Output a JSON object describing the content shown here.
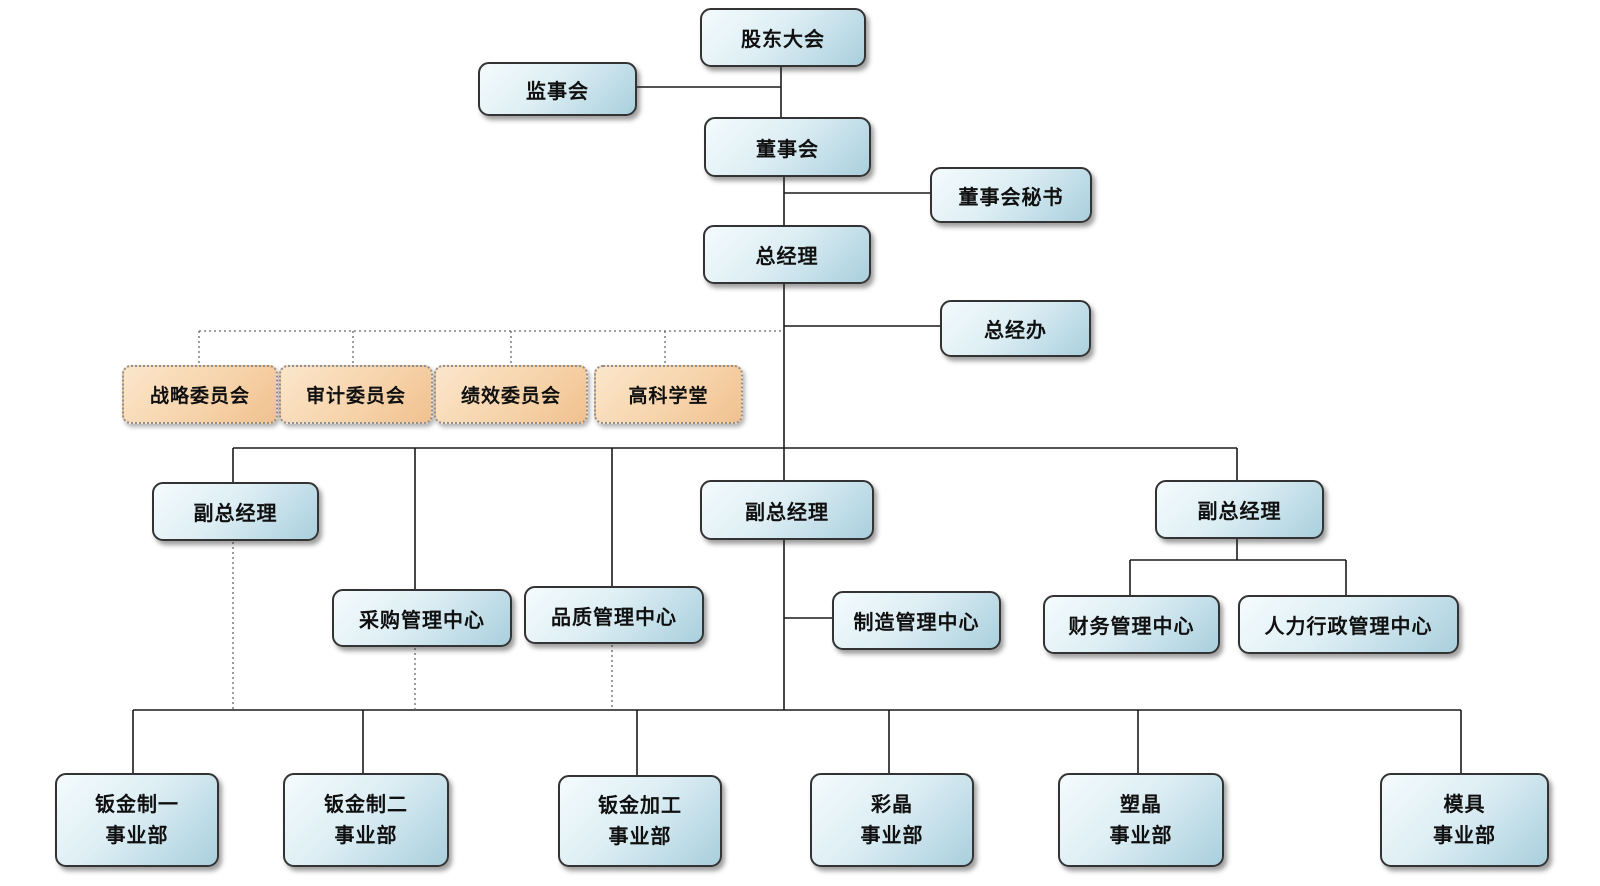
{
  "colors": {
    "node_fill_top": "#f4fbfd",
    "node_fill_bottom": "#a9cfdd",
    "node_border": "#333333",
    "committee_fill_top": "#fbe6cb",
    "committee_fill_bottom": "#f0c190",
    "committee_border": "#8f8f8f",
    "solid_line": "#1a1a1a",
    "dotted_line": "#666666",
    "background": "#ffffff"
  },
  "nodes": {
    "shareholders": {
      "label": "股东大会"
    },
    "supervisory": {
      "label": "监事会"
    },
    "board": {
      "label": "董事会"
    },
    "board_secretary": {
      "label": "董事会秘书"
    },
    "gm": {
      "label": "总经理"
    },
    "gm_office": {
      "label": "总经办"
    },
    "strategy_committee": {
      "label": "战略委员会"
    },
    "audit_committee": {
      "label": "审计委员会"
    },
    "performance_committee": {
      "label": "绩效委员会"
    },
    "academy": {
      "label": "高科学堂"
    },
    "deputy_gm_left": {
      "label": "副总经理"
    },
    "deputy_gm_center": {
      "label": "副总经理"
    },
    "deputy_gm_right": {
      "label": "副总经理"
    },
    "procurement_center": {
      "label": "采购管理中心"
    },
    "quality_center": {
      "label": "品质管理中心"
    },
    "manufacturing_center": {
      "label": "制造管理中心"
    },
    "finance_center": {
      "label": "财务管理中心"
    },
    "hr_admin_center": {
      "label": "人力行政管理中心"
    },
    "division_sheet_metal_1": {
      "line1": "钣金制一",
      "line2": "事业部"
    },
    "division_sheet_metal_2": {
      "line1": "钣金制二",
      "line2": "事业部"
    },
    "division_sheet_metal_processing": {
      "line1": "钣金加工",
      "line2": "事业部"
    },
    "division_caijing": {
      "line1": "彩晶",
      "line2": "事业部"
    },
    "division_sujing": {
      "line1": "塑晶",
      "line2": "事业部"
    },
    "division_mould": {
      "line1": "模具",
      "line2": "事业部"
    }
  },
  "edges": [
    {
      "from": "shareholders",
      "to": "board",
      "style": "solid"
    },
    {
      "from": "shareholders",
      "to": "supervisory",
      "style": "solid"
    },
    {
      "from": "board",
      "to": "gm",
      "style": "solid"
    },
    {
      "from": "board",
      "to": "board_secretary",
      "style": "solid"
    },
    {
      "from": "gm",
      "to": "gm_office",
      "style": "solid"
    },
    {
      "from": "gm",
      "to": "strategy_committee",
      "style": "dotted"
    },
    {
      "from": "gm",
      "to": "audit_committee",
      "style": "dotted"
    },
    {
      "from": "gm",
      "to": "performance_committee",
      "style": "dotted"
    },
    {
      "from": "gm",
      "to": "academy",
      "style": "dotted"
    },
    {
      "from": "gm",
      "to": "deputy_gm_left",
      "style": "solid"
    },
    {
      "from": "gm",
      "to": "procurement_center",
      "style": "solid"
    },
    {
      "from": "gm",
      "to": "quality_center",
      "style": "solid"
    },
    {
      "from": "gm",
      "to": "deputy_gm_center",
      "style": "solid"
    },
    {
      "from": "gm",
      "to": "deputy_gm_right",
      "style": "solid"
    },
    {
      "from": "deputy_gm_center",
      "to": "manufacturing_center",
      "style": "solid"
    },
    {
      "from": "deputy_gm_right",
      "to": "finance_center",
      "style": "solid"
    },
    {
      "from": "deputy_gm_right",
      "to": "hr_admin_center",
      "style": "solid"
    },
    {
      "from": "deputy_gm_center",
      "to": "divisions_row",
      "style": "solid"
    },
    {
      "from": "deputy_gm_left",
      "to": "divisions_row",
      "style": "dotted"
    },
    {
      "from": "procurement_center",
      "to": "divisions_row",
      "style": "dotted"
    },
    {
      "from": "quality_center",
      "to": "divisions_row",
      "style": "dotted"
    },
    {
      "from": "divisions_row",
      "to": "division_sheet_metal_1",
      "style": "solid"
    },
    {
      "from": "divisions_row",
      "to": "division_sheet_metal_2",
      "style": "solid"
    },
    {
      "from": "divisions_row",
      "to": "division_sheet_metal_processing",
      "style": "solid"
    },
    {
      "from": "divisions_row",
      "to": "division_caijing",
      "style": "solid"
    },
    {
      "from": "divisions_row",
      "to": "division_sujing",
      "style": "solid"
    },
    {
      "from": "divisions_row",
      "to": "division_mould",
      "style": "solid"
    }
  ]
}
